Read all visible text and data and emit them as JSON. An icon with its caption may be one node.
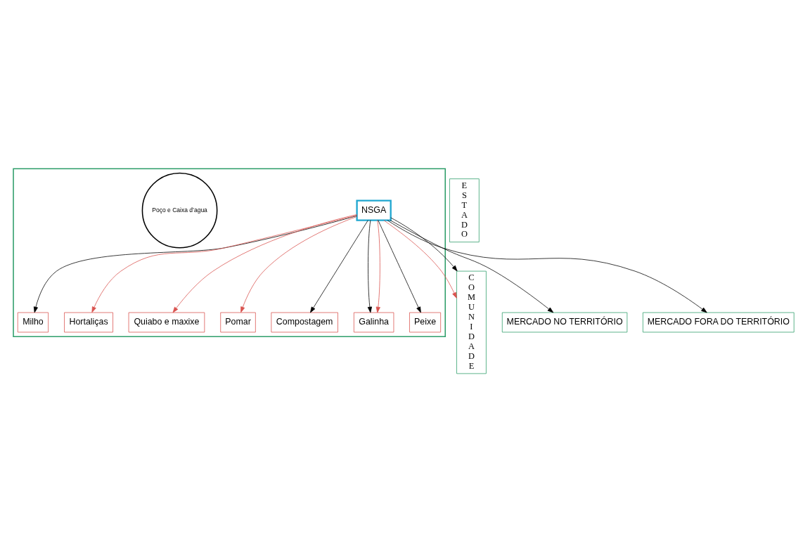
{
  "diagram": {
    "nodes": [
      {
        "text": [],
        "shape": "box"
      },
      {
        "text": [
          "COMUNIDADE"
        ]
      },
      {
        "text": [
          "ESTADO"
        ]
      },
      {
        "text": [
          "Milho"
        ],
        "in": 0
      },
      {
        "text": [
          "Hortaliças"
        ],
        "in": 0
      },
      {
        "text": [
          "Quiabo e maxixe"
        ],
        "in": 0
      },
      {
        "text": [
          "Pomar"
        ],
        "in": 0
      },
      {
        "text": [
          "NSGA"
        ],
        "in": 0
      },
      {
        "text": [
          "Compostagem"
        ],
        "in": 0
      },
      {
        "text": [
          "Galinha"
        ],
        "in": 0
      },
      {
        "text": [
          "Poço e Caixa d’agua"
        ],
        "in": 0
      },
      {
        "text": [
          "Peixe"
        ],
        "in": 0
      },
      {
        "text": [
          "MERCADO NO TERRITÓRIO"
        ]
      },
      {
        "text": [
          "MERCADO FORA DO TERRITÓRIO"
        ]
      }
    ],
    "edges": [
      {
        "from": 7,
        "to": 3,
        "arrow": "to"
      },
      {
        "from": 7,
        "to": 4,
        "arrow": "to",
        "color": "#d9534f"
      },
      {
        "from": 7,
        "to": 5,
        "arrow": "to",
        "color": "#d9534f"
      },
      {
        "from": 7,
        "to": 1,
        "arrow": "to",
        "color": "#d9534f"
      },
      {
        "from": 7,
        "to": 6,
        "arrow": "to",
        "color": "#d9534f"
      },
      {
        "from": 7,
        "to": 1,
        "arrow": "to"
      },
      {
        "from": 7,
        "to": 8,
        "arrow": "to"
      },
      {
        "from": 7,
        "to": 9,
        "arrow": "to"
      },
      {
        "from": 7,
        "to": 9,
        "arrow": "to",
        "color": "#d9534f"
      },
      {
        "from": 7,
        "to": 12,
        "arrow": "to"
      },
      {
        "from": 7,
        "to": 13,
        "arrow": "to"
      },
      {
        "from": 7,
        "to": 11,
        "arrow": "to"
      }
    ]
  }
}
